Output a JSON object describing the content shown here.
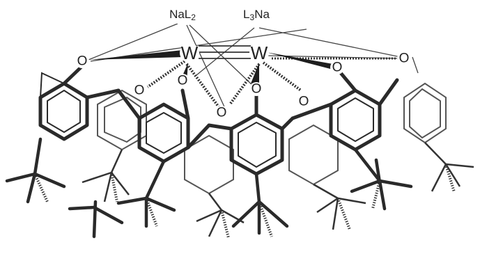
{
  "labels": {
    "na_left": "NaL",
    "na_left_sub": "2",
    "na_right_pre": "L",
    "na_right_sub": "3",
    "na_right_post": "Na",
    "tungsten_left": "W",
    "tungsten_right": "W",
    "oxygen": "O"
  },
  "colors": {
    "bond": "#2a2a2a",
    "thin": "#555555",
    "background": "#ffffff"
  },
  "structure": {
    "metal_metal_bond": "triple",
    "oxygen_count": 8,
    "arene_rings": 8,
    "tert_butyl_groups": 8
  }
}
